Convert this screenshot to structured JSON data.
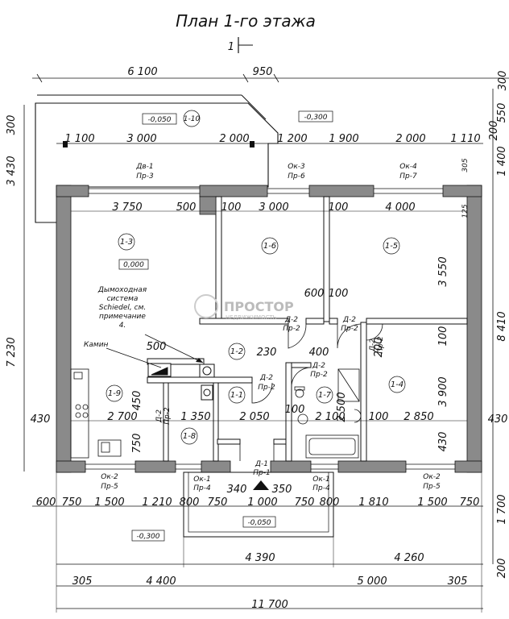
{
  "title": "План 1-го этажа",
  "section_mark": "1",
  "watermark": {
    "brand": "ПРОСТОР",
    "sub": "НЕДВИЖИМОСТЬ"
  },
  "top_dims": {
    "d6100": "6 100",
    "d950": "950",
    "d300r": "300"
  },
  "terrace_dims": {
    "d1100": "1 100",
    "d3000": "3 000",
    "d2000": "2 000",
    "d1200": "1 200",
    "d1900": "1 900",
    "d2000b": "2 000",
    "d1110": "1 110"
  },
  "left_dims": {
    "d300": "300",
    "d3430": "3 430",
    "d7230": "7 230",
    "d430": "430"
  },
  "right_dims": {
    "d550": "550",
    "d200": "200",
    "d1400": "1 400",
    "d305": "305",
    "d125": "125",
    "d8410": "8 410",
    "d430": "430",
    "d1700": "1 700",
    "d200b": "200"
  },
  "levels": {
    "l_terrace": "-0,050",
    "l_top": "-0,300",
    "l_room": "0,000",
    "l_bottom": "-0,300",
    "l_porch": "-0,050"
  },
  "rooms": {
    "r110": "1-10",
    "r13": "1-3",
    "r16": "1-6",
    "r15": "1-5",
    "r12": "1-2",
    "r19": "1-9",
    "r18": "1-8",
    "r11": "1-1",
    "r17": "1-7",
    "r14": "1-4"
  },
  "openings": {
    "dv1": "Дв-1",
    "pr3": "Пр-3",
    "ok3": "Ок-3",
    "pr6": "Пр-6",
    "ok4": "Ок-4",
    "pr7": "Пр-7",
    "d2a": "Д-2",
    "pr2a": "Пр-2",
    "d2b": "Д-2",
    "pr2b": "Пр-2",
    "d2c": "Д-2",
    "pr2c": "Пр-2",
    "d2d": "Д-2",
    "pr2d": "Пр-2",
    "d2e": "Д-2",
    "pr2e": "Пр-2",
    "d2f": "Д-2",
    "pr2f": "Пр-2",
    "d1": "Д-1",
    "pr1": "Пр-1",
    "ok2a": "Ок-2",
    "pr5a": "Пр-5",
    "ok1a": "Ок-1",
    "pr4a": "Пр-4",
    "ok1b": "Ок-1",
    "pr4b": "Пр-4",
    "ok2b": "Ок-2",
    "pr5b": "Пр-5"
  },
  "interior_dims": {
    "d3750": "3 750",
    "d500a": "500",
    "d100a": "100",
    "d3000": "3 000",
    "d100b": "100",
    "d4000": "4 000",
    "d3550": "3 550",
    "d600": "600",
    "d100c": "100",
    "d500b": "500",
    "d230": "230",
    "d400": "400",
    "d200": "200",
    "d100d": "100",
    "d3900": "3 900",
    "d450": "450",
    "d2700": "2 700",
    "d1350": "1 350",
    "d2050": "2 050",
    "d100e": "100",
    "d2100": "2 100",
    "d100f": "100",
    "d2850": "2 850",
    "d2500": "2 500",
    "d750": "750",
    "d430": "430"
  },
  "annotations": {
    "chimney1": "Дымоходная",
    "chimney2": "система",
    "chimney3": "Schiedel, см.",
    "chimney4": "примечание",
    "chimney5": "4.",
    "fireplace": "Камин"
  },
  "bottom_dims1": {
    "a": "600",
    "b": "750",
    "c": "1 500",
    "d": "1 210",
    "e": "800",
    "f": "750",
    "g": "1 000",
    "h": "340",
    "i": "350",
    "j": "750",
    "k": "800",
    "l": "1 810",
    "m": "1 500",
    "n": "750"
  },
  "bottom_dims2": {
    "a": "4 390",
    "b": "4 260"
  },
  "bottom_dims3": {
    "a": "305",
    "b": "4 400",
    "c": "5 000",
    "d": "305"
  },
  "bottom_dims4": {
    "a": "11 700"
  }
}
